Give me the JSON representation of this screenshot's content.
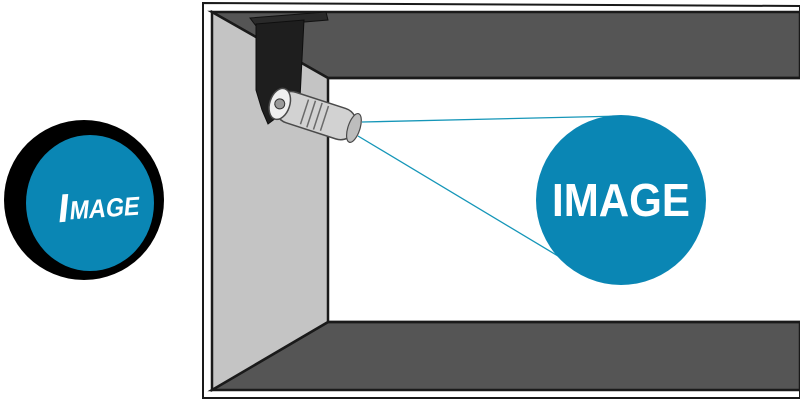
{
  "colors": {
    "projection_blue": "#0a86b4",
    "wall_dark": "#555555",
    "wall_side": "#c4c4c4",
    "floor_white": "#ffffff",
    "outline": "#1a1a1a",
    "beam_line": "#1596b8",
    "gobo_ring": "#000000"
  },
  "gobo": {
    "text_first": "I",
    "text_rest": "MAGE",
    "icon": "gobo-disc-icon"
  },
  "projection": {
    "text": "IMAGE"
  },
  "projector": {
    "icon": "spotlight-projector-icon"
  }
}
